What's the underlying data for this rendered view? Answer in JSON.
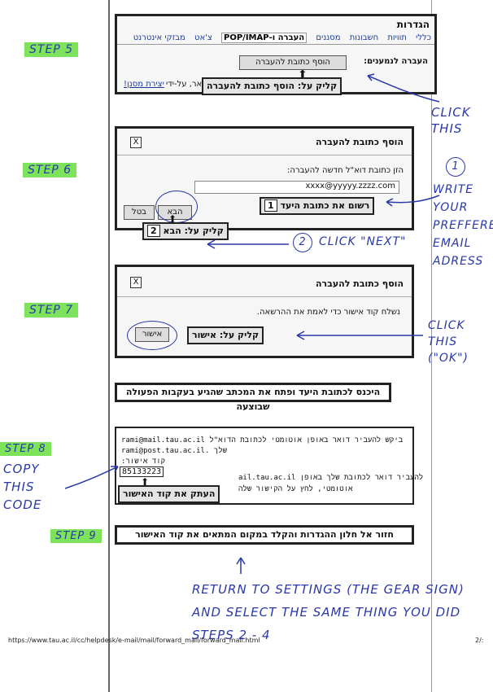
{
  "steps": {
    "s5": "STEP 5",
    "s6": "STEP 6",
    "s7": "STEP 7",
    "s8": "STEP 8",
    "s9": "STEP 9"
  },
  "step5": {
    "title": "הגדרות",
    "tabs": [
      "כללי",
      "תוויות",
      "חשבונות",
      "מסננים",
      "העברה ו-POP/IMAP",
      "צ'אט",
      "מבזקי אינטרנט"
    ],
    "forward_label": "העברה לנמענים:",
    "add_button": "הוסף כתובת להעברה",
    "callout": "קליק על: הוסף כתובת להעברה",
    "trailing_text": "אר, על-ידי",
    "link_text": "יצירת מסנן!"
  },
  "step6": {
    "title": "הוסף כתובת להעברה",
    "close": "X",
    "prompt": "הזן כתובת דוא\"ל חדשה להעברה:",
    "input_value": "xxxx@yyyyy.zzzz.com",
    "next_button": "הבא",
    "cancel_button": "בטל",
    "callout1_num": "1",
    "callout1": "רשום את כתובת היעד",
    "callout2_num": "2",
    "callout2": "קליק על: הבא"
  },
  "step7": {
    "title": "הוסף כתובת להעברה",
    "close": "X",
    "message": "נשלח קוד אישור כדי לאמת את ההרשאה.",
    "ok_button": "אישור",
    "callout": "קליק על: אישור"
  },
  "instruction_box": "היכנס לכתובת היעד ופתח את המכתב שהגיע בעקבות הפעולה שבוצעה",
  "step8": {
    "line1_prefix": "ביקש להעביר דואר באופן אוטומטי לכתובת הדוא\"ל",
    "line1_email": "rami@mail.tau.ac.il",
    "line2": "rami@post.tau.ac.il.",
    "line2_prefix": "שלך",
    "code_label": "קוד אישור:",
    "code_value": "85133223",
    "line4": "להעביר דואר לכתובת שלך באופן",
    "line4_email": "ail.tau.ac.il",
    "line5": "אוטומטי, לחץ על הקישור שלה",
    "callout": "העתק את קוד האישור"
  },
  "step9_box": "חזור אל חלון ההגדרות והקלד במקום המתאים את קוד האישור",
  "handwriting": {
    "click_this_1": "CLICK THIS",
    "num_1": "1",
    "write_note": "WRITE YOUR PREFFERED EMAIL ADRESS",
    "num_2": "2",
    "click_next": "CLICK \"NEXT\"",
    "click_this_ok": "CLICK THIS (\"OK\")",
    "copy_code": "COPY THIS CODE",
    "return_note": "RETURN TO SETTINGS (THE GEAR SIGN) AND SELECT THE SAME THING YOU DID STEPS 2 - 4"
  },
  "footer": {
    "url": "https://www.tau.ac.il/cc/helpdesk/e-mail/mail/forward_mail/forward_mail.html",
    "page": "2/:"
  },
  "colors": {
    "highlight": "#7de35a",
    "pen": "#2a38a8"
  }
}
